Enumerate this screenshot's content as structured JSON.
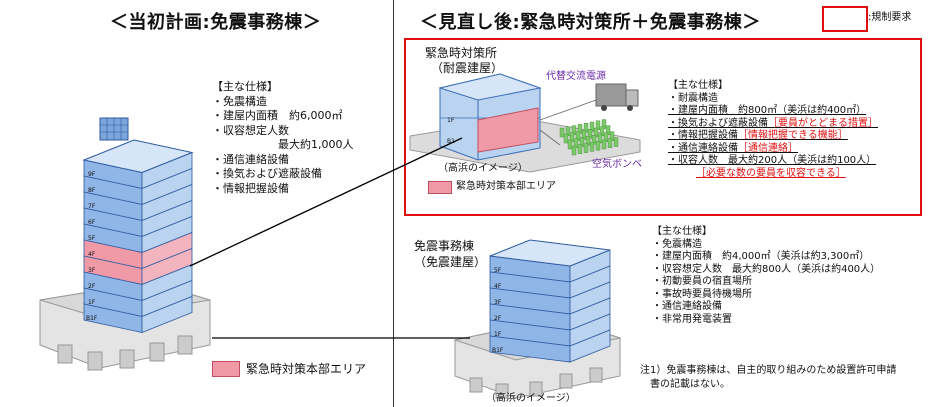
{
  "left": {
    "title": "＜当初計画:免震事務棟＞",
    "specs_heading": "【主な仕様】",
    "specs": [
      "・免震構造",
      "・建屋内面積　約6,000㎡",
      "・収容想定人数",
      "　　　　　　最大約1,000人",
      "・通信連絡設備",
      "・換気および遮蔽設備",
      "・情報把握設備"
    ],
    "floor_labels": [
      "9F",
      "8F",
      "7F",
      "6F",
      "5F",
      "4F",
      "3F",
      "2F",
      "1F",
      "B1F"
    ],
    "legend": "緊急時対策本部エリア"
  },
  "right": {
    "title": "＜見直し後:緊急時対策所＋免震事務棟＞",
    "reg_legend": ":規制要求",
    "emergency": {
      "name_line1": "緊急時対策所",
      "name_line2": "（耐震建屋）",
      "power_label": "代替交流電源",
      "air_label": "空気ボンベ",
      "image_caption": "（高浜のイメージ）",
      "floor_labels": [
        "1F",
        "B1"
      ],
      "legend": "緊急時対策本部エリア",
      "specs_heading": "【主な仕様】",
      "specs": [
        {
          "text": "・耐震構造",
          "note": ""
        },
        {
          "text": "・建屋内面積　約800㎡（美浜は約400㎡）",
          "note": ""
        },
        {
          "text": "・換気および遮蔽設備",
          "note": "［要員がとどまる措置］"
        },
        {
          "text": "・情報把握設備",
          "note": "［情報把握できる機能］"
        },
        {
          "text": "・通信連絡設備",
          "note": "［通信連絡］"
        },
        {
          "text": "・収容人数　最大約200人（美浜は約100人）",
          "note": ""
        }
      ],
      "capacity_note": "［必要な数の要員を収容できる］"
    },
    "office": {
      "name_line1": "免震事務棟",
      "name_line2": "（免震建屋）",
      "image_caption": "（高浜のイメージ）",
      "floor_labels": [
        "5F",
        "4F",
        "3F",
        "2F",
        "1F",
        "B1F"
      ],
      "specs_heading": "【主な仕様】",
      "specs": [
        "・免震構造",
        "・建屋内面積　約4,000㎡（美浜は約3,300㎡）",
        "・収容想定人数　最大約800人（美浜は約400人）",
        "・初動要員の宿直場所",
        "・事故時要員待機場所",
        "・通信連絡設備",
        "・非常用発電装置"
      ],
      "note_line1": "注1）免震事務棟は、自主的取り組みのため設置許可申請",
      "note_line2": "　書の記載はない。"
    }
  },
  "colors": {
    "required": "#e01010",
    "building_blue": "#6f9fd8",
    "hq_area": "#f09aa8"
  }
}
